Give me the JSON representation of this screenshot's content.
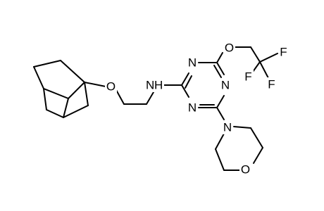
{
  "molecule": {
    "atoms": {
      "ether_o": "O",
      "amine_n": "N",
      "amine_h": "H",
      "triazine_n_top": "N",
      "triazine_n_right": "N",
      "triazine_n_bottom": "N",
      "tfe_o": "O",
      "fluorine_1": "F",
      "fluorine_2": "F",
      "fluorine_3": "F",
      "morpholine_n": "N",
      "morpholine_o": "O"
    }
  }
}
